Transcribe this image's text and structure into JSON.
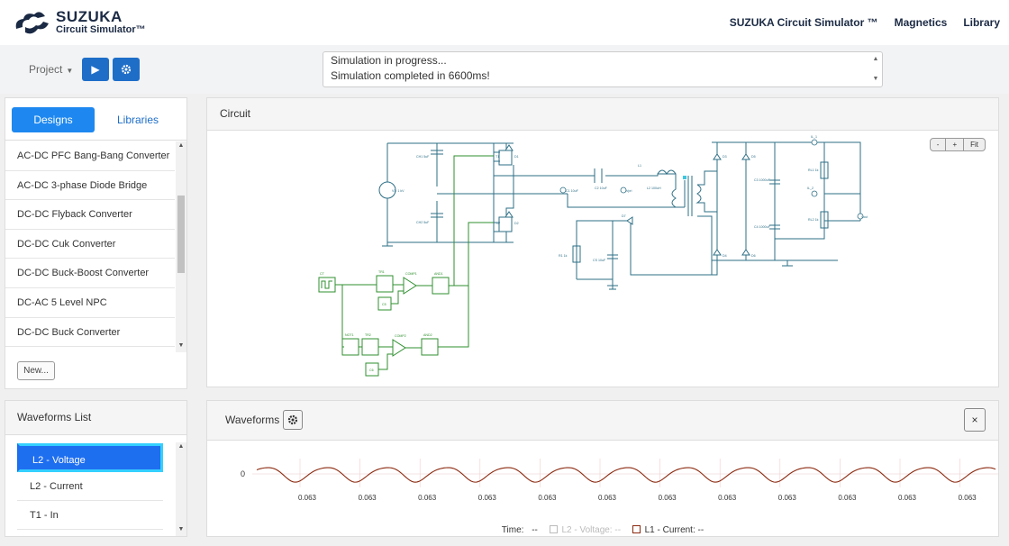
{
  "brand": {
    "name": "SUZUKA",
    "subtitle": "Circuit Simulator™"
  },
  "nav": {
    "items": [
      "SUZUKA Circuit Simulator ™",
      "Magnetics",
      "Library"
    ]
  },
  "toolbar": {
    "project_label": "Project"
  },
  "log": {
    "lines": [
      "Simulation in progress...",
      "Simulation completed in 6600ms!"
    ]
  },
  "designs": {
    "tabs": [
      "Designs",
      "Libraries"
    ],
    "items": [
      "AC-DC PFC Bang-Bang Converter",
      "AC-DC 3-phase Diode Bridge",
      "DC-DC Flyback Converter",
      "DC-DC Cuk Converter",
      "DC-DC Buck-Boost Converter",
      "DC-AC 5 Level NPC",
      "DC-DC Buck Converter"
    ],
    "new_label": "New..."
  },
  "circuit": {
    "title": "Circuit",
    "zoom": [
      "-",
      "+",
      "Fit"
    ],
    "labels": {
      "v1": "V1: 1 kV",
      "ch1": "CH1 5uF",
      "ch2": "CH2 5uF",
      "t1": "T1",
      "d1": "D1",
      "t2": "T2",
      "d2": "D2",
      "c2": "C2 10uF",
      "c1": "C1 10uF",
      "l2": "L2 100uH",
      "l1": "L1",
      "vpri": "Vpri",
      "d3": "D3",
      "d5": "D5",
      "d4": "D4",
      "d6": "D6",
      "d7": "D7",
      "r1": "R1 1k",
      "cs": "CS 10uF",
      "c3r": "C3 1000uF",
      "c4r": "C4 1000uF",
      "rl1": "RL1 1k",
      "rl2": "RL2 1k",
      "il1": "IL_1",
      "il2": "IL_2",
      "vout": "Vout",
      "clk": "CT",
      "tr1": "TR1",
      "comp1": "COMP1",
      "and1": "AND1",
      "c5": "C5",
      "not": "NOT1",
      "tr2": "TR2",
      "comp2": "COMP2",
      "and2": "AND2",
      "c6": "C6"
    }
  },
  "waveforms_list": {
    "title": "Waveforms List",
    "items": [
      "L2 - Voltage",
      "L2 - Current",
      "T1 - In"
    ],
    "selected": 0
  },
  "waveforms": {
    "title": "Waveforms",
    "y_tick": "0",
    "x_ticks": [
      "0.063",
      "0.063",
      "0.063",
      "0.063",
      "0.063",
      "0.063",
      "0.063",
      "0.063",
      "0.063",
      "0.063",
      "0.063",
      "0.063"
    ],
    "legend": {
      "time_label": "Time:",
      "time_value": "--",
      "s1_label": "L2 - Voltage:",
      "s1_value": "--",
      "s2_label": "L1 - Current:",
      "s2_value": "--"
    }
  },
  "colors": {
    "accent": "#1e6ec8",
    "wire": "#2e6f86",
    "logic": "#2f8f2f",
    "trace": "#8b2a10"
  }
}
